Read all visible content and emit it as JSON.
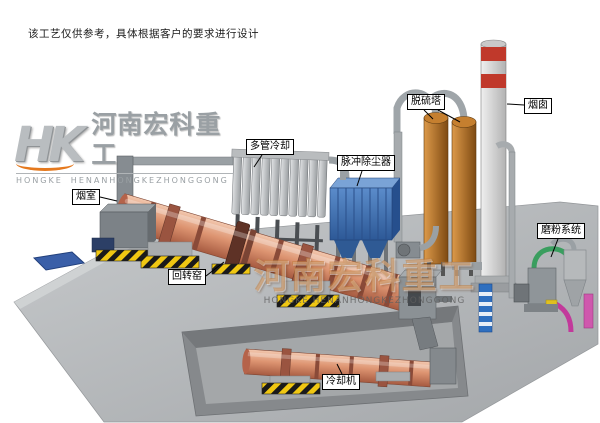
{
  "disclaimer": "该工艺仅供参考，具体根据客户的要求进行设计",
  "logo": {
    "monogram": "HK",
    "company_cn": "河南宏科重工",
    "company_en_1": "HONGKE",
    "company_en_2": "HENANHONGKEZHONGGONG"
  },
  "watermark": {
    "line_cn": "河南宏科重工",
    "line_en": "HONGKE HENANHONGKEZHONGGONG"
  },
  "labels": {
    "smoke_chamber": "烟室",
    "rotary_kiln": "回转窑",
    "multi_tube_cooler": "多管冷却",
    "pulse_dust_collector": "脉冲除尘器",
    "desulfurization_tower": "脱硫塔",
    "chimney": "烟囱",
    "grinding_system": "磨粉系统",
    "cooling_machine": "冷却机"
  },
  "colors": {
    "kiln_salmon": "#d98b72",
    "dust_collector_blue": "#3f6fae",
    "tower_brown": "#b06a20",
    "chimney_red": "#c0392b",
    "hazard_yellow": "#f0c712",
    "ground_gray": "#b6b9bb",
    "grinding_green": "#3a9e5f",
    "grinding_magenta": "#c2399b",
    "elevator_blue": "#2f6fbf",
    "logo_orange": "#e5791e"
  }
}
